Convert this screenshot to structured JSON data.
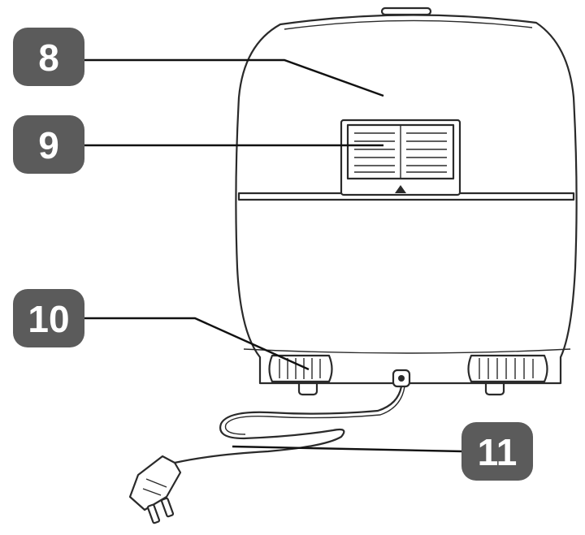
{
  "callouts": [
    {
      "id": "8",
      "label": "8"
    },
    {
      "id": "9",
      "label": "9"
    },
    {
      "id": "10",
      "label": "10"
    },
    {
      "id": "11",
      "label": "11"
    }
  ],
  "colors": {
    "badge": "#5b5b5b",
    "badge_text": "#ffffff",
    "line": "#111111"
  },
  "icons": {
    "appliance": "air-fryer-rear-view-icon",
    "vent": "air-outlet-vent-icon",
    "plug": "power-plug-icon"
  }
}
